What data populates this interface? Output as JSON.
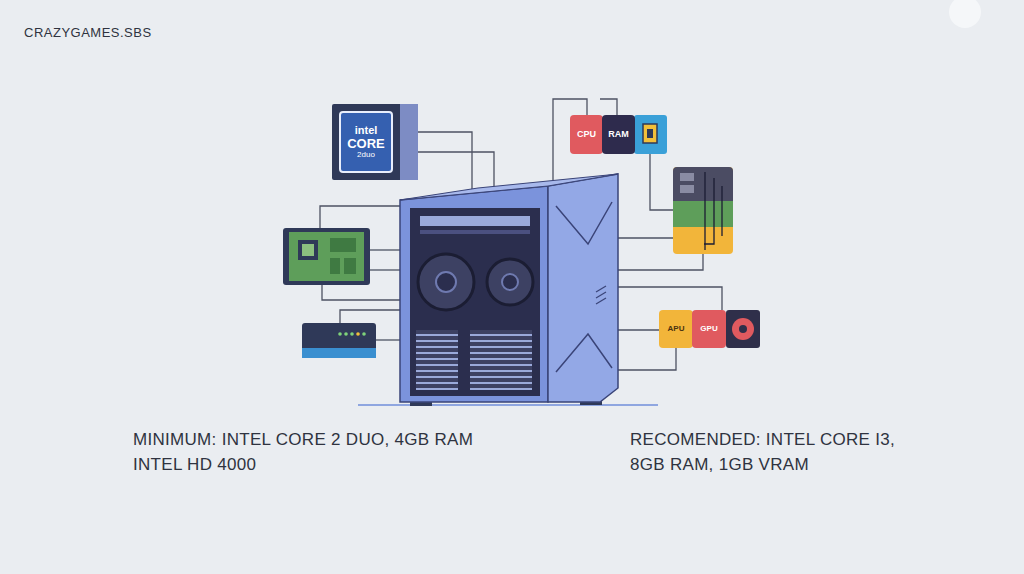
{
  "diagram": {
    "nodes": [
      {
        "text": [
          "intel",
          "CORE",
          "2duo"
        ]
      },
      {
        "text": [
          "CPU"
        ]
      },
      {
        "text": [
          "RAM"
        ]
      },
      {
        "text": [
          "APU"
        ]
      },
      {
        "text": [
          "GPU"
        ]
      }
    ],
    "labels": [
      "CRAZYGAMES.SBS",
      "MINIMUM: INTEL CORE 2 DUO, 4GB RAM INTEL HD 4000",
      "RECOMENDED: INTEL CORE I3, 8GB RAM, 1GB VRAM"
    ]
  }
}
